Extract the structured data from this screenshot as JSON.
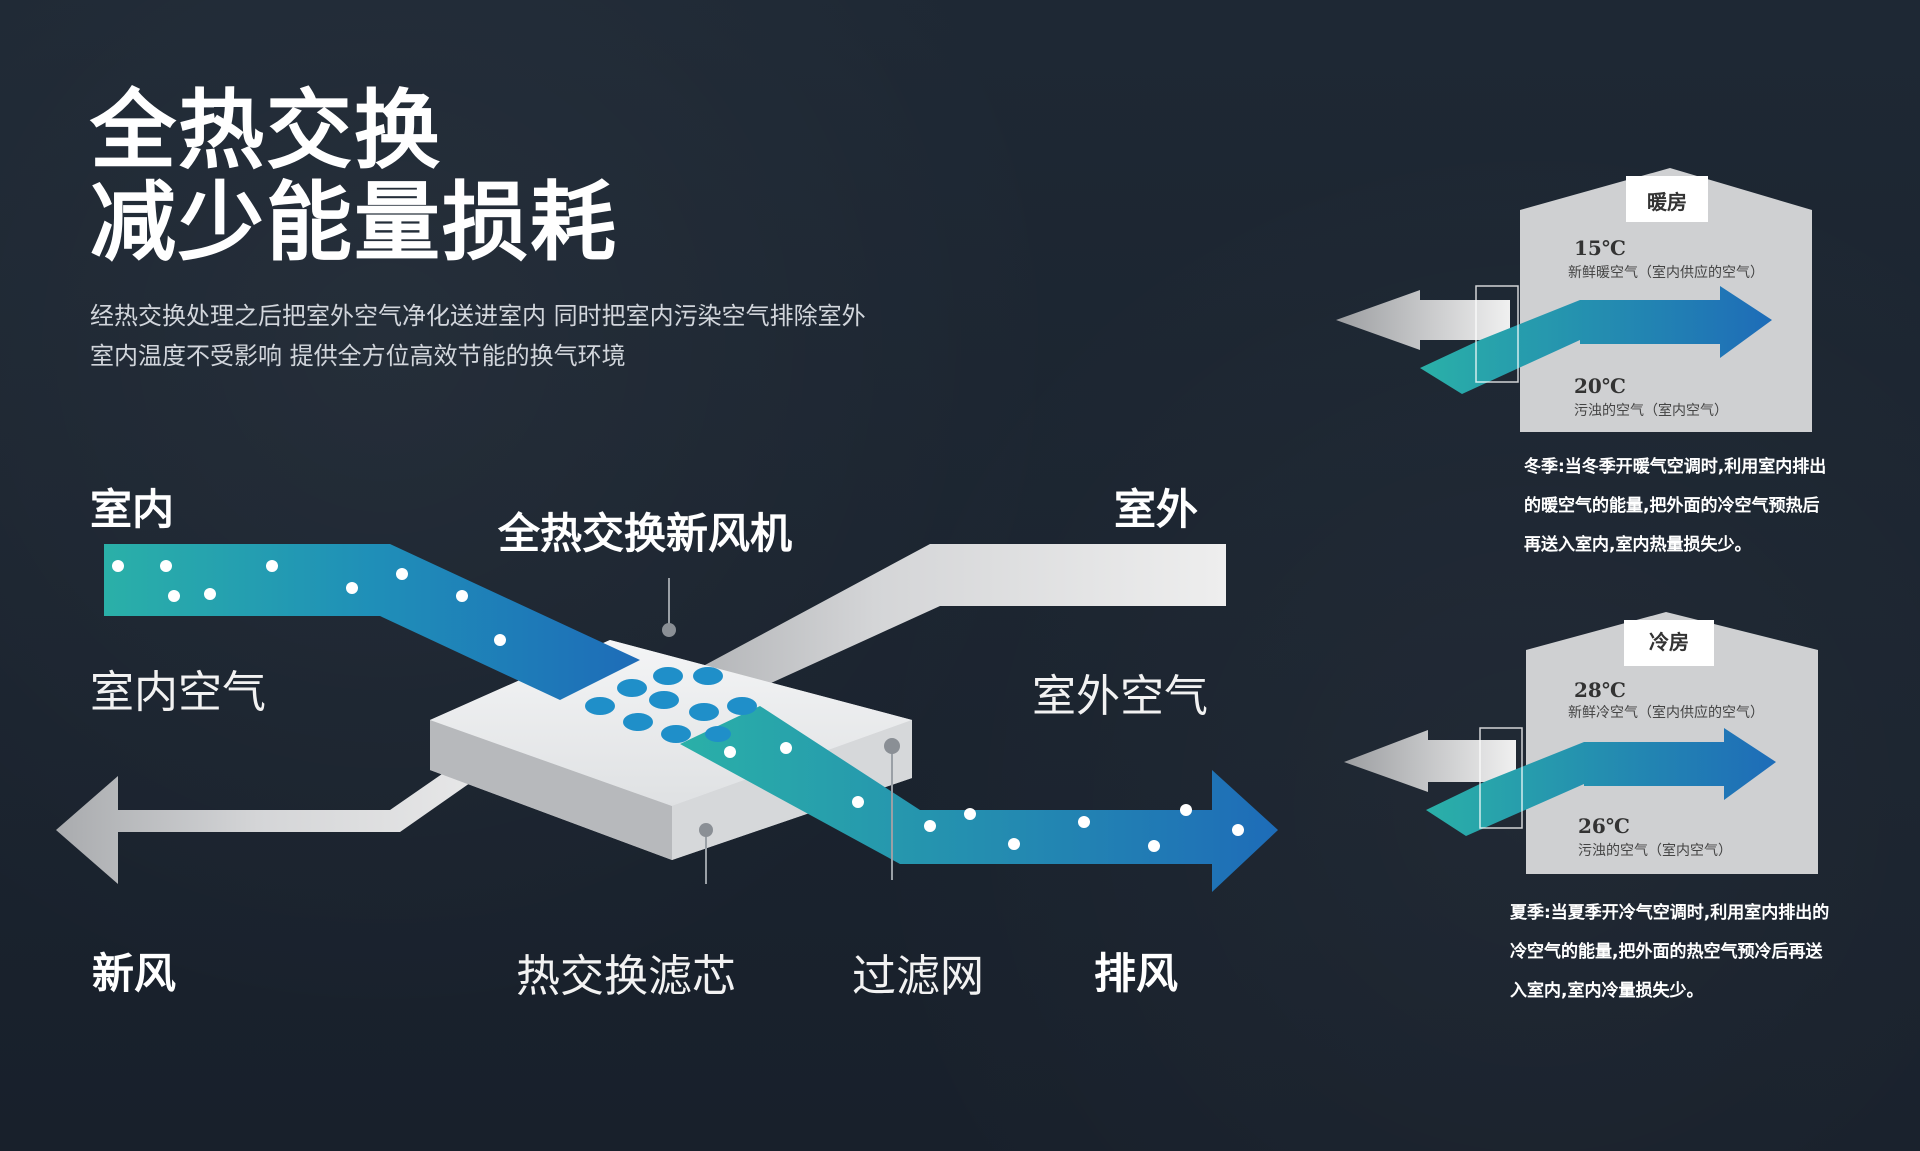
{
  "headline": {
    "line1": "全热交换",
    "line2": "减少能量损耗"
  },
  "description": {
    "line1": "经热交换处理之后把室外空气净化送进室内 同时把室内污染空气排除室外",
    "line2": "室内温度不受影响 提供全方位高效节能的换气环境"
  },
  "diagram": {
    "indoor": "室内",
    "outdoor": "室外",
    "machine": "全热交换新风机",
    "indoor_air": "室内空气",
    "outdoor_air": "室外空气",
    "fresh_air": "新风",
    "exhaust_air": "排风",
    "heat_core": "热交换滤芯",
    "filter": "过滤网"
  },
  "winter": {
    "house_title": "暖房",
    "fresh_temp": "15℃",
    "fresh_desc": "新鲜暖空气（室内供应的空气）",
    "stale_temp": "20℃",
    "stale_desc": "污浊的空气（室内空气）",
    "note_line1": "冬季:当冬季开暖气空调时,利用室内排出",
    "note_line2": "的暖空气的能量,把外面的冷空气预热后",
    "note_line3": "再送入室内,室内热量损失少。"
  },
  "summer": {
    "house_title": "冷房",
    "fresh_temp": "28℃",
    "fresh_desc": "新鲜冷空气（室内供应的空气）",
    "stale_temp": "26℃",
    "stale_desc": "污浊的空气（室内空气）",
    "note_line1": "夏季:当夏季开冷气空调时,利用室内排出的",
    "note_line2": "冷空气的能量,把外面的热空气预冷后再送",
    "note_line3": "入室内,室内冷量损失少。"
  },
  "colors": {
    "teal": "#2aa8a8",
    "blue": "#1f6fb8",
    "grey_duct": "#d9dadc",
    "background": "#1b2430"
  }
}
